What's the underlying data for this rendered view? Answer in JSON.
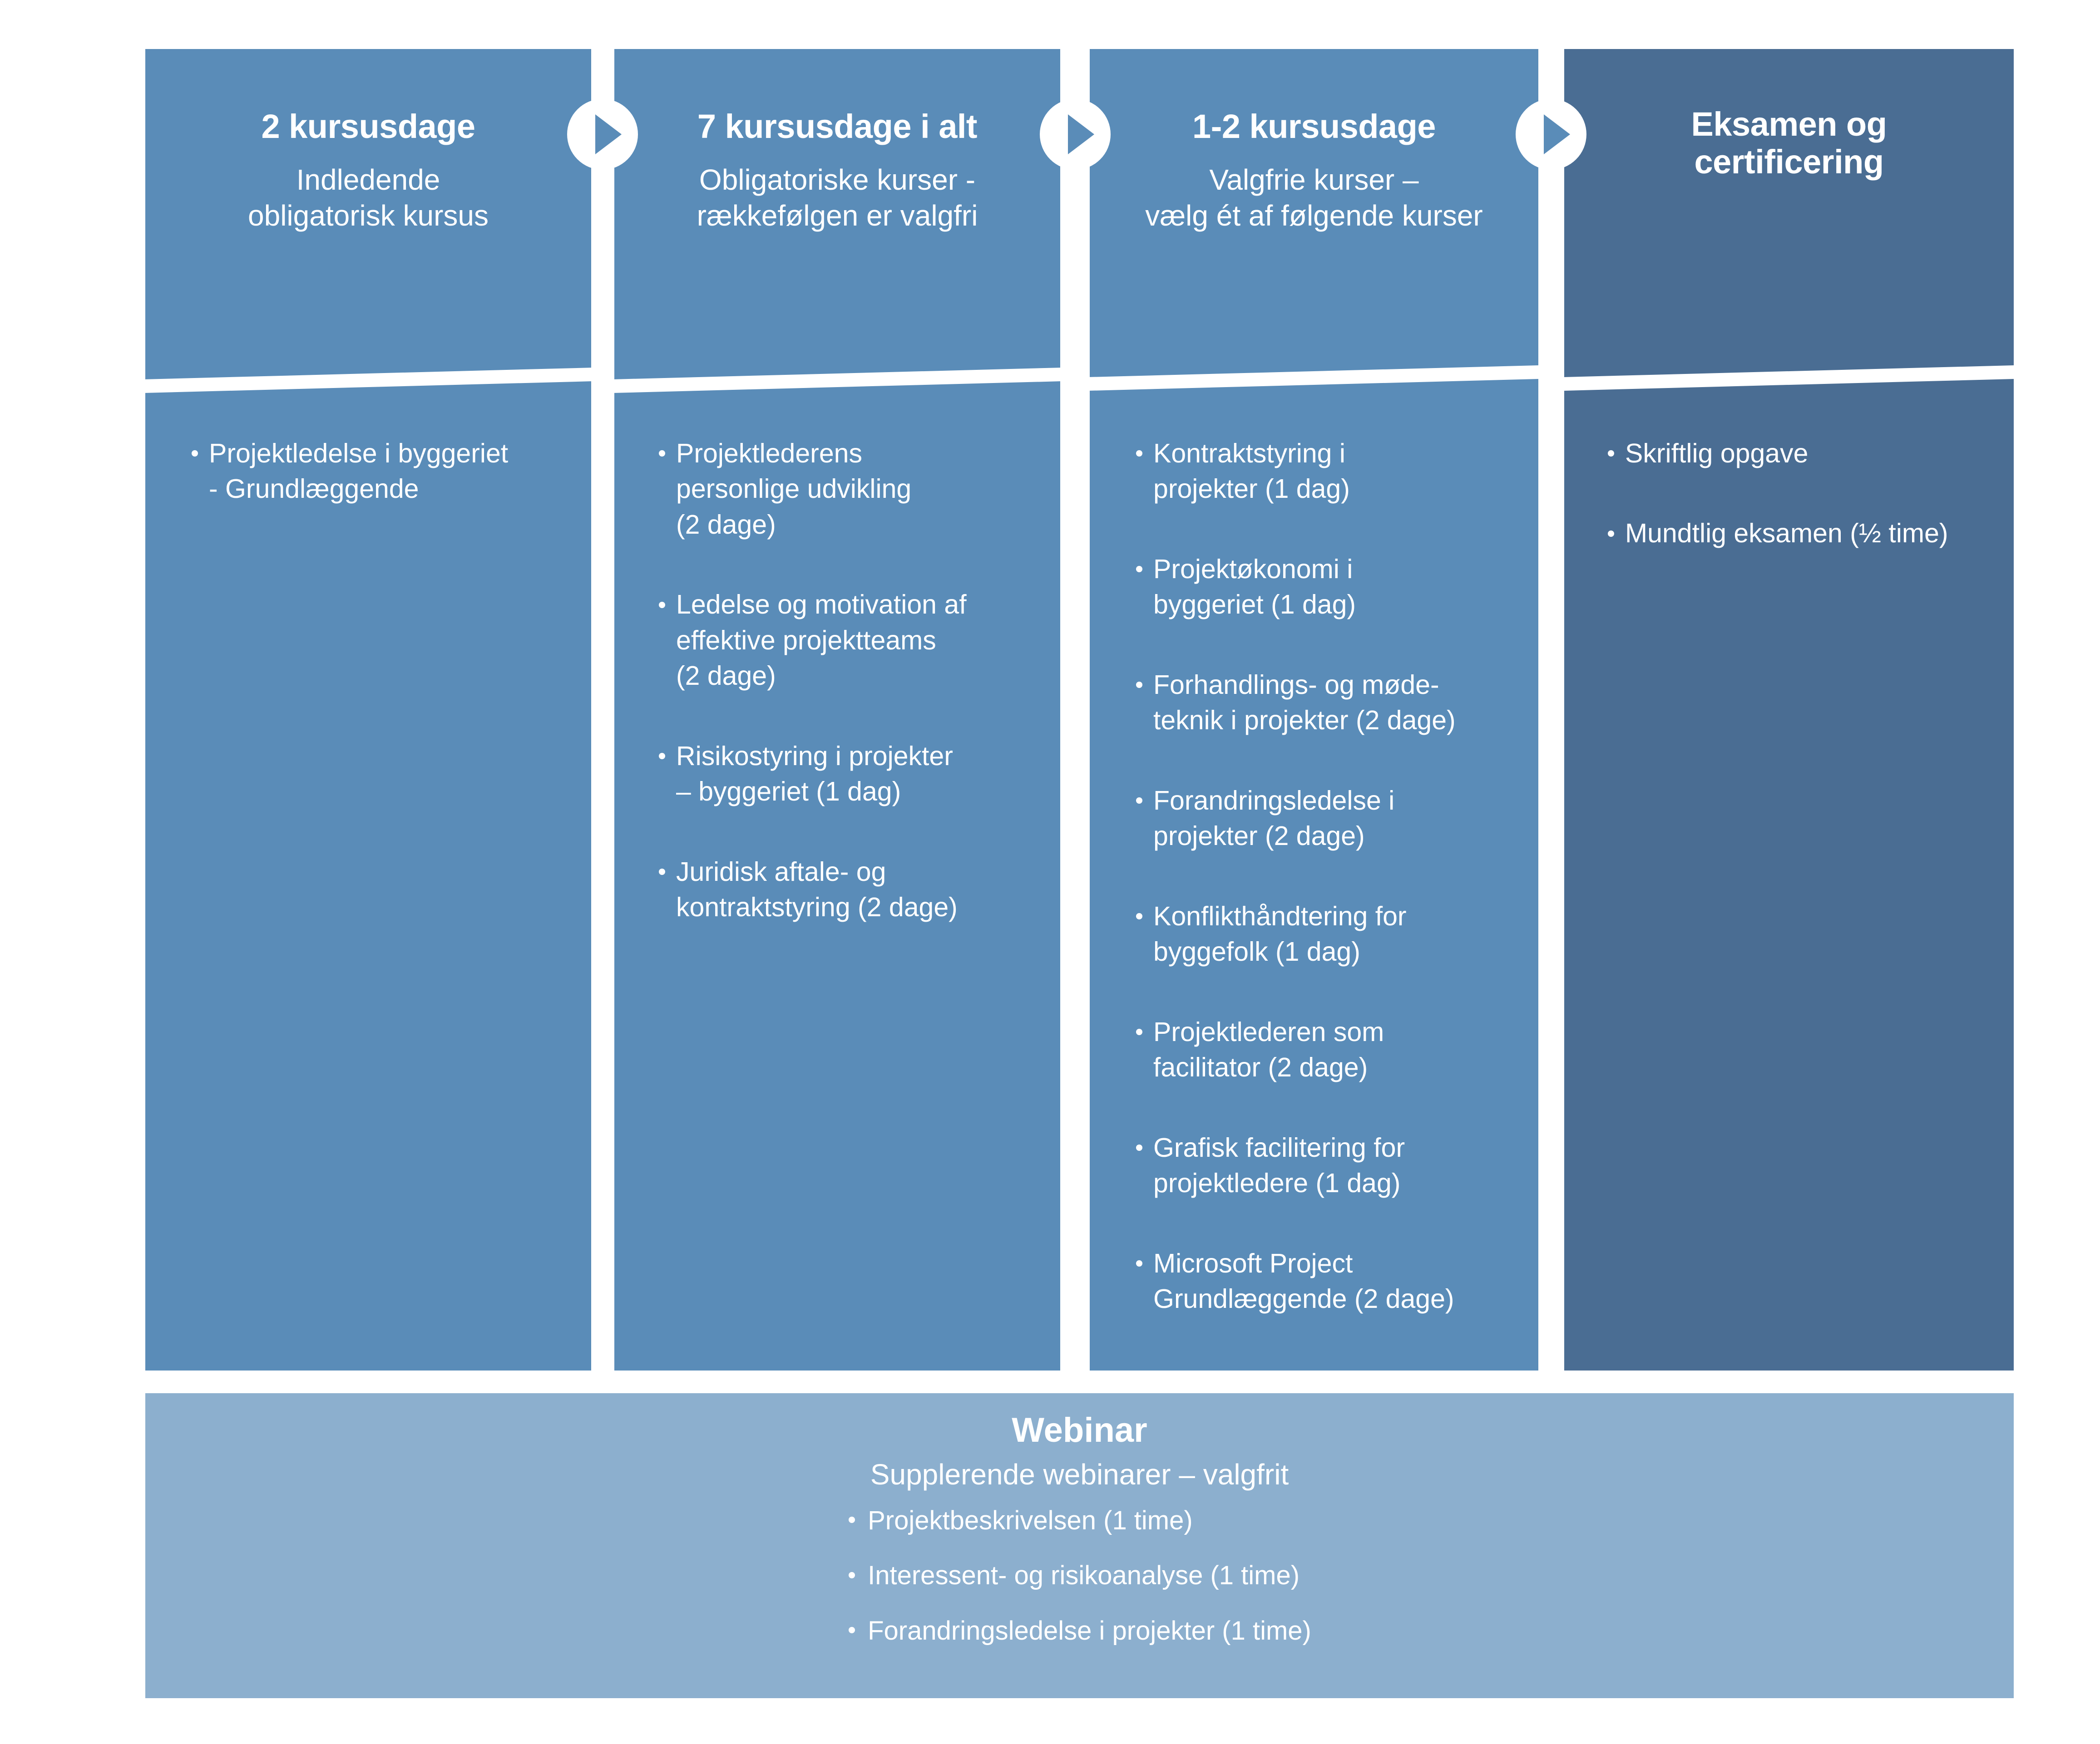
{
  "theme": {
    "stage_background": "#ffffff",
    "column_fill": "#5A8CB8",
    "final_column_fill": "#4A6D93",
    "webinar_fill": "#8CAFCE",
    "text_color": "#ffffff"
  },
  "columns": [
    {
      "id": "col-initial",
      "title": "2 kursusdage",
      "subtitle": "Indledende\nobligatorisk kursus",
      "items": [
        "Projektledelse i byggeriet\n - Grundlæggende"
      ]
    },
    {
      "id": "col-mandatory",
      "title": "7 kursusdage i alt",
      "subtitle": "Obligatoriske kurser -\nrækkefølgen er valgfri",
      "items": [
        "Projektlederens\npersonlige udvikling\n(2 dage)",
        "Ledelse og motivation af\neffektive projektteams\n(2 dage)",
        "Risikostyring i projekter\n– byggeriet (1 dag)",
        "Juridisk aftale- og\nkontraktstyring (2 dage)"
      ]
    },
    {
      "id": "col-elective",
      "title": "1-2 kursusdage",
      "subtitle": "Valgfrie kurser –\nvælg ét af følgende kurser",
      "items": [
        "Kontraktstyring i\nprojekter (1 dag)",
        "Projektøkonomi i\nbyggeriet (1 dag)",
        "Forhandlings- og møde-\nteknik i projekter (2 dage)",
        "Forandringsledelse i\nprojekter (2 dage)",
        "Konflikthåndtering for\nbyggefolk (1 dag)",
        "Projektlederen som\nfacilitator (2 dage)",
        "Grafisk facilitering for\nprojektledere (1 dag)",
        "Microsoft Project\nGrundlæggende (2 dage)"
      ]
    },
    {
      "id": "col-exam",
      "title": "Eksamen og\ncertificering",
      "subtitle": "",
      "items": [
        "Skriftlig opgave",
        "Mundtlig eksamen (½ time)"
      ]
    }
  ],
  "connectors": [
    {
      "name": "arrow-connector-1",
      "icon": "play-arrow-icon"
    },
    {
      "name": "arrow-connector-2",
      "icon": "play-arrow-icon"
    },
    {
      "name": "arrow-connector-3",
      "icon": "play-arrow-icon"
    }
  ],
  "webinar": {
    "title": "Webinar",
    "subtitle": "Supplerende webinarer – valgfrit",
    "items": [
      "Projektbeskrivelsen (1 time)",
      "Interessent- og risikoanalyse (1 time)",
      "Forandringsledelse i projekter (1 time)"
    ]
  }
}
